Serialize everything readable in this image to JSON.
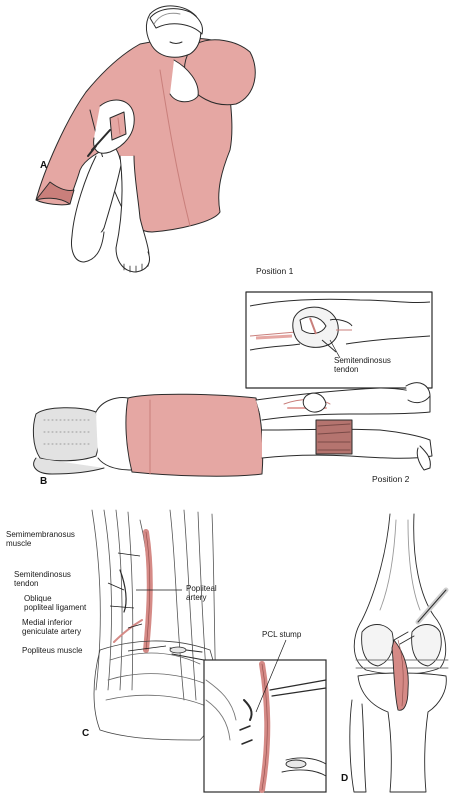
{
  "panels": {
    "a": "A",
    "b": "B",
    "c": "C",
    "d": "D"
  },
  "position_labels": {
    "p1": "Position 1",
    "p2": "Position 2"
  },
  "labels": {
    "semitendinosus_inset": [
      "Semitendinosus",
      "tendon"
    ],
    "semimembranosus": [
      "Semimembranosus",
      "muscle"
    ],
    "semitendinosus_tendon": [
      "Semitendinosus",
      "tendon"
    ],
    "oblique_ligament": [
      "Oblique",
      "popliteal ligament"
    ],
    "medial_inferior": [
      "Medial inferior",
      "geniculate artery"
    ],
    "popliteus_muscle": "Popliteus muscle",
    "popliteal_artery": [
      "Popliteal",
      "artery"
    ],
    "pcl_stump": "PCL stump"
  },
  "colors": {
    "drape": "#e5a7a3",
    "drape_dark": "#c97f7b",
    "artery": "#d58a86",
    "line": "#2b2b2b",
    "shade": "#8f8f8f"
  }
}
